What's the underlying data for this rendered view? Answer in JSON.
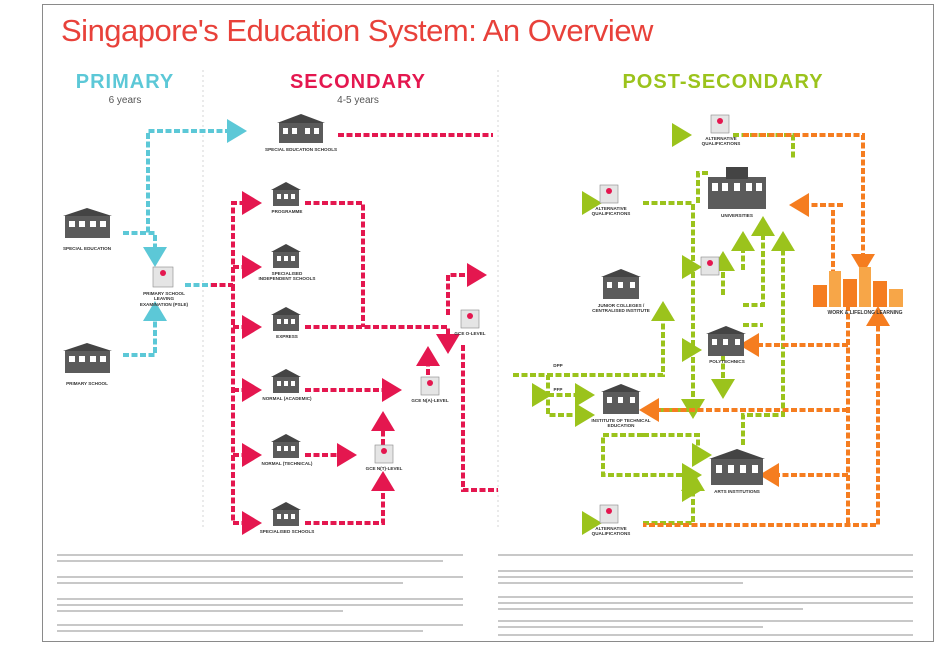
{
  "title": "Singapore's Education System: An Overview",
  "columns": {
    "primary": {
      "label": "PRIMARY",
      "sub": "6 years"
    },
    "secondary": {
      "label": "SECONDARY",
      "sub": "4-5 years"
    },
    "post_secondary": {
      "label": "POST-SECONDARY"
    }
  },
  "nodes": {
    "special_education": "SPECIAL EDUCATION",
    "primary_school": "PRIMARY SCHOOL",
    "psle": "PRIMARY SCHOOL LEAVING EXAMINATION (PSLE)",
    "special_ed_schools": "SPECIAL EDUCATION SCHOOLS",
    "integrated": "PROGRAMME",
    "specialised_independent": "SPECIALISED INDEPENDENT SCHOOLS",
    "express": "EXPRESS",
    "normal_academic": "NORMAL (ACADEMIC)",
    "normal_technical": "NORMAL (TECHNICAL)",
    "specialised_schools": "SPECIALISED SCHOOLS",
    "olevel": "GCE O-LEVEL",
    "nlevel": "GCE N(A)-LEVEL",
    "ntlevel": "GCE N(T)-LEVEL",
    "alternative_quals_top": "ALTERNATIVE QUALIFICATIONS",
    "alternative_quals_mid": "ALTERNATIVE QUALIFICATIONS",
    "alternative_quals_bottom": "ALTERNATIVE QUALIFICATIONS",
    "universities": "UNIVERSITIES",
    "junior_colleges": "JUNIOR COLLEGES / CENTRALISED INSTITUTE",
    "polytechnics": "POLYTECHNICS",
    "ite": "INSTITUTE OF TECHNICAL EDUCATION",
    "arts_institutions": "ARTS INSTITUTIONS",
    "work_learning": "WORK & LIFELONG LEARNING",
    "dpp": "DPP",
    "ppp": "PFP"
  },
  "colors": {
    "primary": "#5cc8d7",
    "secondary": "#e4174f",
    "post_secondary": "#9bc31c",
    "work": "#f57d20",
    "title": "#e8413a"
  }
}
